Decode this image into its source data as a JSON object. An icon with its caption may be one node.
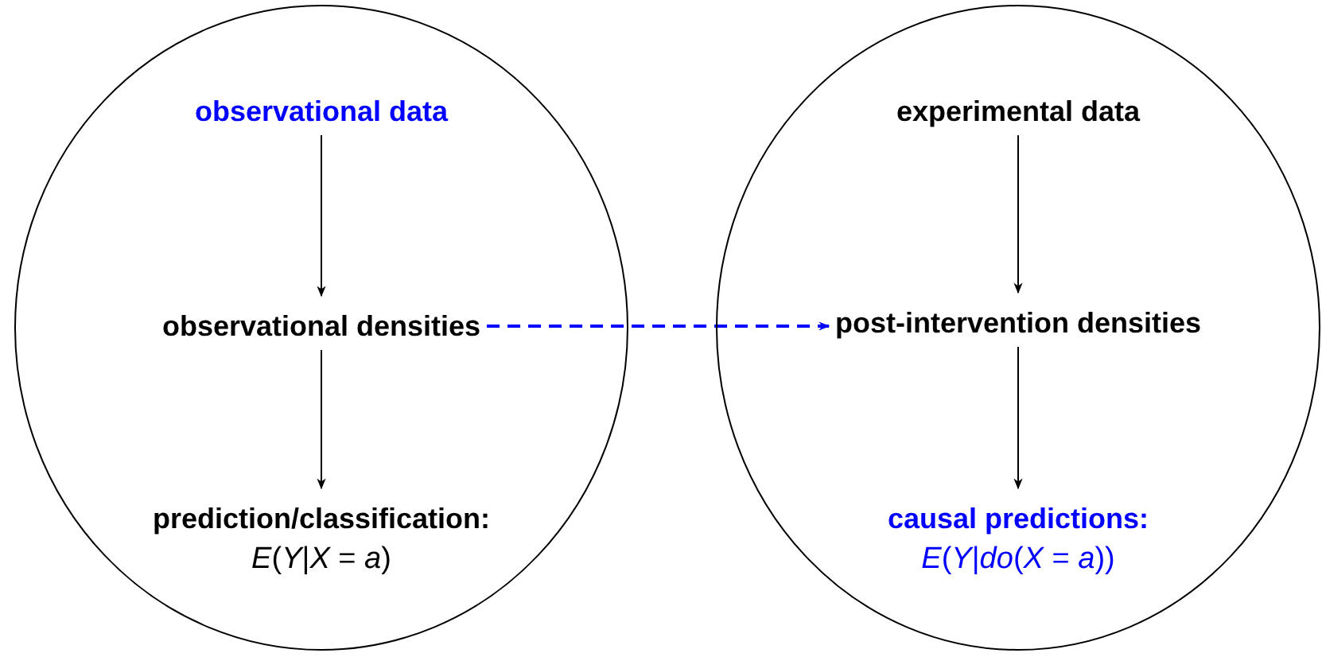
{
  "diagram": {
    "nodes": [
      {
        "text": [],
        "shape": "circle"
      },
      {
        "text": [
          "observational data"
        ],
        "in": 0
      },
      {
        "text": [
          "observational densities"
        ],
        "in": 0
      },
      {
        "text": [
          "prediction/classification:",
          "*E*(*Y*|*X* = *a*)"
        ],
        "in": 0
      },
      {
        "text": [],
        "shape": "circle"
      },
      {
        "text": [
          "experimental data"
        ],
        "in": 4
      },
      {
        "text": [
          "post-intervention densities"
        ],
        "in": 4
      },
      {
        "text": [
          "causal predictions:",
          "*E*(*Y*|*do*(*X* = *a*))"
        ],
        "in": 4
      }
    ],
    "edges": [
      {
        "from": 1,
        "to": 2,
        "arrow": "to"
      },
      {
        "from": 2,
        "to": 3,
        "arrow": "to"
      },
      {
        "from": 5,
        "to": 6,
        "arrow": "to"
      },
      {
        "from": 6,
        "to": 7,
        "arrow": "to"
      },
      {
        "from": 2,
        "to": 6,
        "arrow": "to",
        "style": "dashed",
        "color": "#0000ff"
      }
    ]
  }
}
